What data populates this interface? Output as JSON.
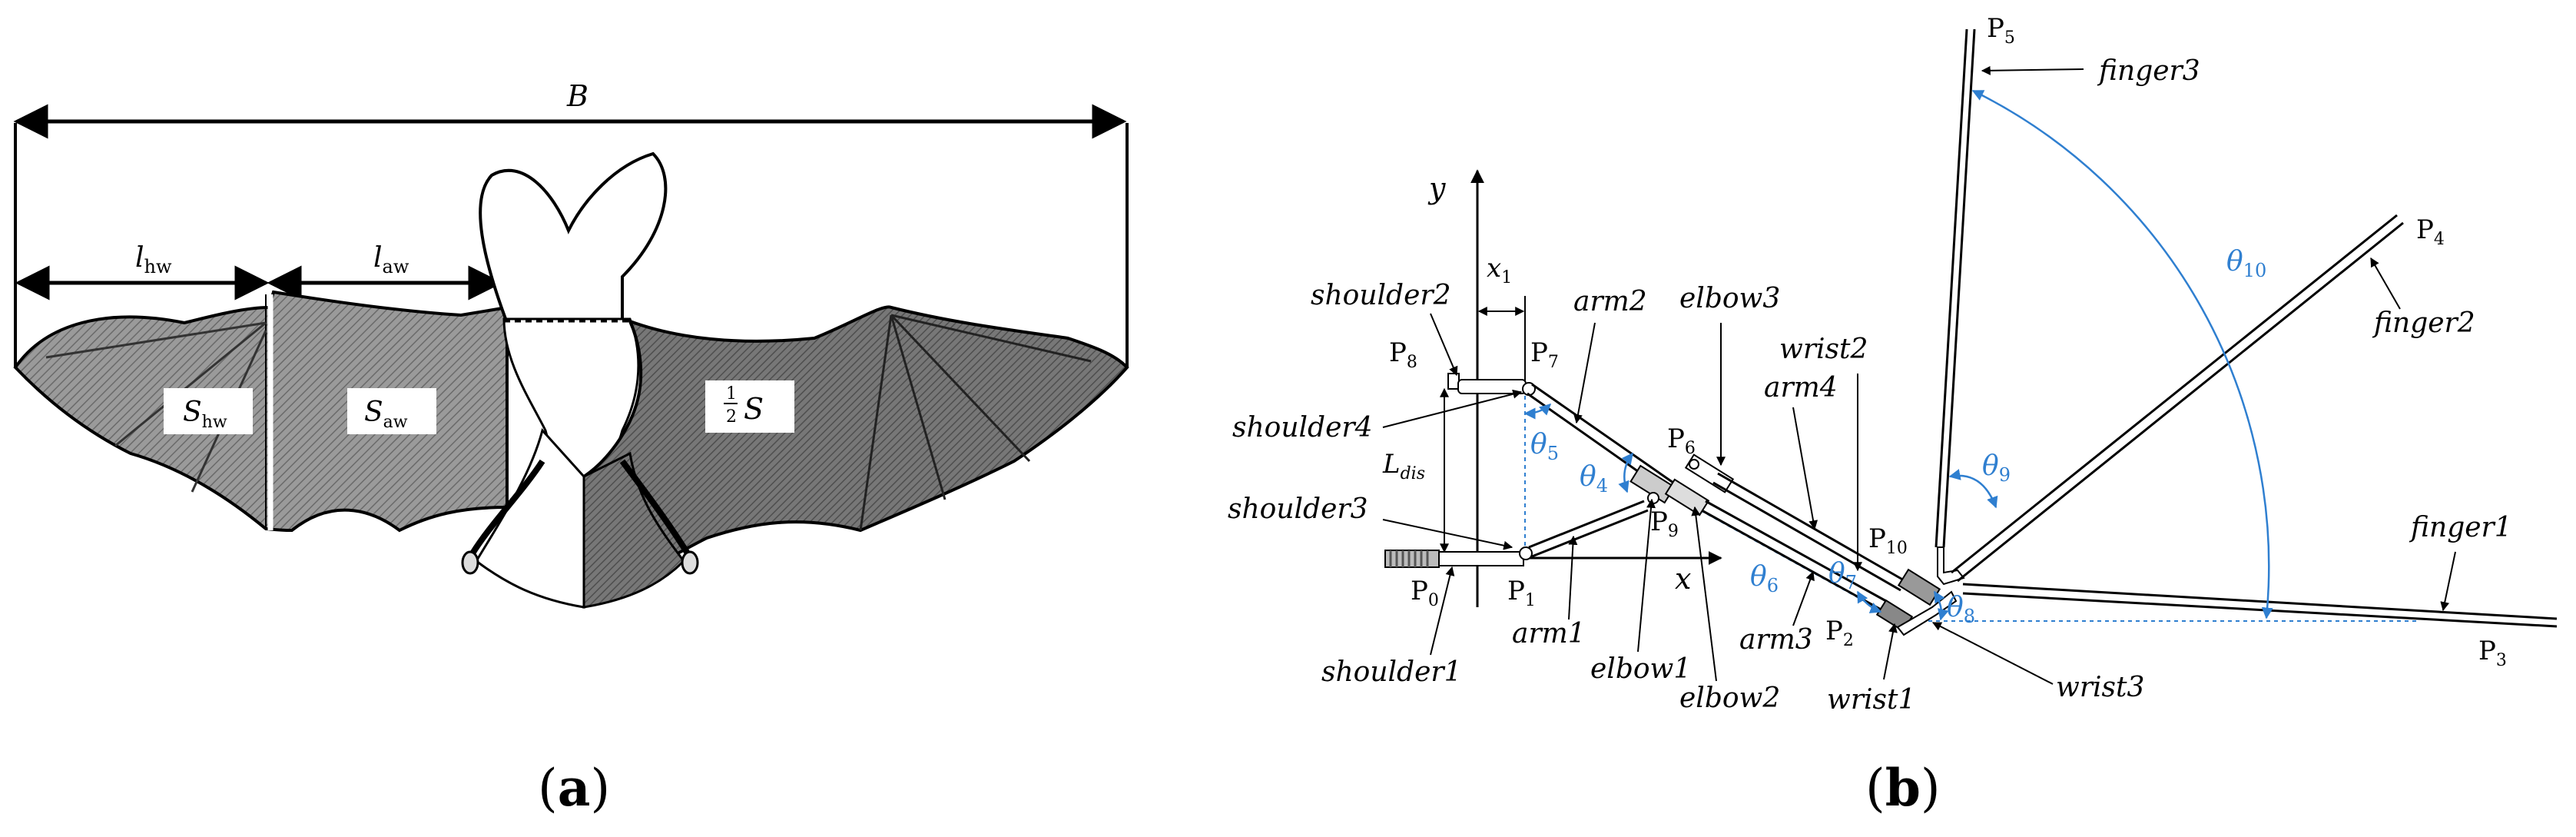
{
  "panel_a": {
    "label_open": "(",
    "label_letter": "a",
    "label_close": ")",
    "span": "B",
    "l_hw_main": "l",
    "l_hw_sub": "hw",
    "l_aw_main": "l",
    "l_aw_sub": "aw",
    "s_hw_main": "S",
    "s_hw_sub": "hw",
    "s_aw_main": "S",
    "s_aw_sub": "aw",
    "half_s_num": "1",
    "half_s_den": "2",
    "half_s_letter": "S"
  },
  "panel_b": {
    "label_open": "(",
    "label_letter": "b",
    "label_close": ")",
    "axes": {
      "y": "y",
      "x": "x",
      "x1_main": "x",
      "x1_sub": "1",
      "ldis_main": "L",
      "ldis_sub": "dis"
    },
    "points": {
      "p0": {
        "main": "P",
        "sub": "0"
      },
      "p1": {
        "main": "P",
        "sub": "1"
      },
      "p2": {
        "main": "P",
        "sub": "2"
      },
      "p3": {
        "main": "P",
        "sub": "3"
      },
      "p4": {
        "main": "P",
        "sub": "4"
      },
      "p5": {
        "main": "P",
        "sub": "5"
      },
      "p6": {
        "main": "P",
        "sub": "6"
      },
      "p7": {
        "main": "P",
        "sub": "7"
      },
      "p8": {
        "main": "P",
        "sub": "8"
      },
      "p9": {
        "main": "P",
        "sub": "9"
      },
      "p10": {
        "main": "P",
        "sub": "10"
      }
    },
    "parts": {
      "shoulder1": "shoulder1",
      "shoulder2": "shoulder2",
      "shoulder3": "shoulder3",
      "shoulder4": "shoulder4",
      "arm1": "arm1",
      "arm2": "arm2",
      "arm3": "arm3",
      "arm4": "arm4",
      "elbow1": "elbow1",
      "elbow2": "elbow2",
      "elbow3": "elbow3",
      "wrist1": "wrist1",
      "wrist2": "wrist2",
      "wrist3": "wrist3",
      "finger1": "finger1",
      "finger2": "finger2",
      "finger3": "finger3"
    },
    "angles": {
      "theta4": {
        "main": "θ",
        "sub": "4"
      },
      "theta5": {
        "main": "θ",
        "sub": "5"
      },
      "theta6": {
        "main": "θ",
        "sub": "6"
      },
      "theta7": {
        "main": "θ",
        "sub": "7"
      },
      "theta8": {
        "main": "θ",
        "sub": "8"
      },
      "theta9": {
        "main": "θ",
        "sub": "9"
      },
      "theta10": {
        "main": "θ",
        "sub": "10"
      }
    },
    "colors": {
      "angle": "#2f7fd0",
      "line": "#000000"
    }
  }
}
